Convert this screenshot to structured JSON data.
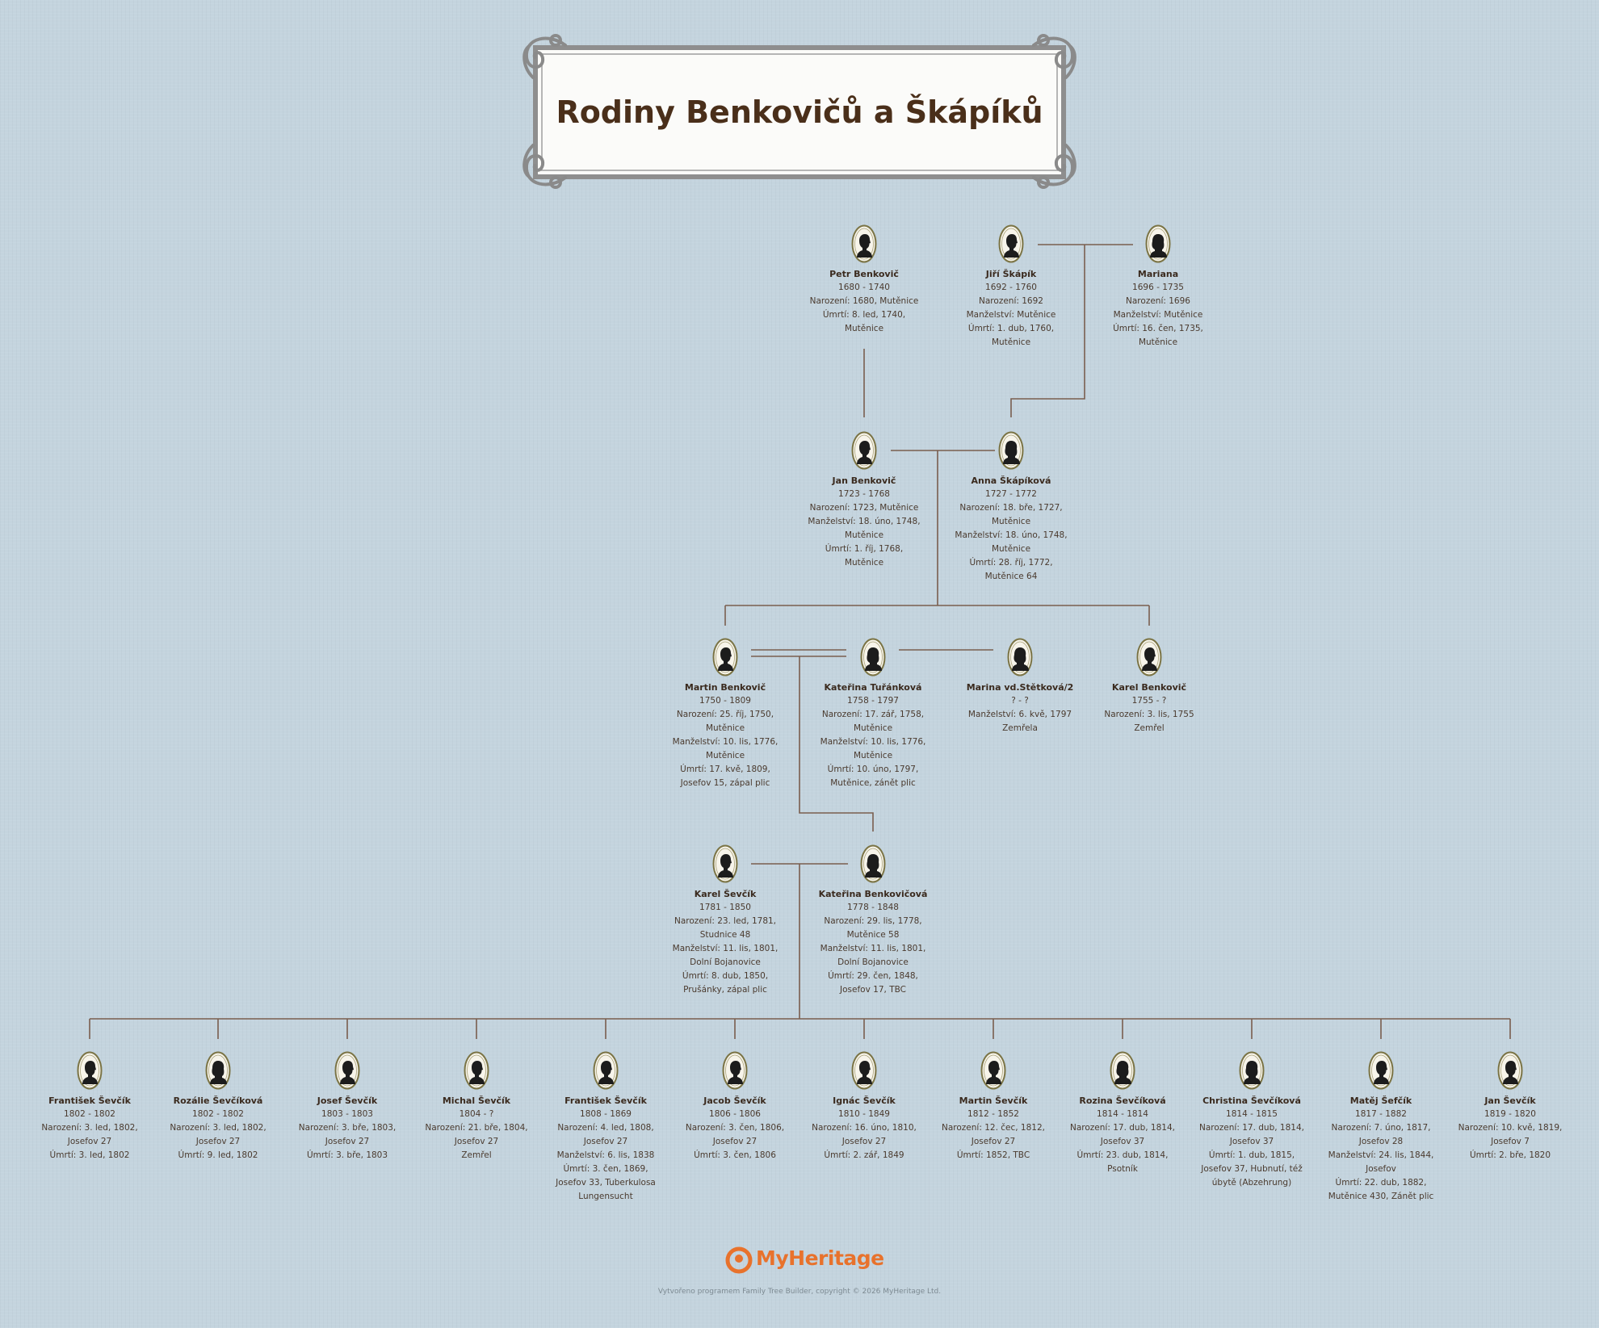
{
  "title": "Rodiny Benkovičů a Škápíků",
  "colors": {
    "line": "#7a5e4f",
    "frame": "#8e8e8e",
    "title": "#4a2f1a",
    "brand": "#e8722c",
    "background": "#c4d4de"
  },
  "people": [
    {
      "id": "p1",
      "gender": "m",
      "name": "Petr Benkovič",
      "lines": [
        "1680 - 1740",
        "Narození: 1680, Mutěnice",
        "Úmrtí: 8. led, 1740,",
        "Mutěnice"
      ]
    },
    {
      "id": "p2",
      "gender": "m",
      "name": "Jiří Škápík",
      "lines": [
        "1692 - 1760",
        "Narození: 1692",
        "Manželství: Mutěnice",
        "Úmrtí: 1. dub, 1760,",
        "Mutěnice"
      ]
    },
    {
      "id": "p3",
      "gender": "f",
      "name": "Mariana",
      "lines": [
        "1696 - 1735",
        "Narození: 1696",
        "Manželství: Mutěnice",
        "Úmrtí: 16. čen, 1735,",
        "Mutěnice"
      ]
    },
    {
      "id": "p4",
      "gender": "m",
      "name": "Jan Benkovič",
      "lines": [
        "1723 - 1768",
        "Narození: 1723, Mutěnice",
        "Manželství: 18. úno, 1748,",
        "Mutěnice",
        "Úmrtí: 1. říj, 1768,",
        "Mutěnice"
      ]
    },
    {
      "id": "p5",
      "gender": "f",
      "name": "Anna Škápíková",
      "lines": [
        "1727 - 1772",
        "Narození: 18. bře, 1727,",
        "Mutěnice",
        "Manželství: 18. úno, 1748,",
        "Mutěnice",
        "Úmrtí: 28. říj, 1772,",
        "Mutěnice 64"
      ]
    },
    {
      "id": "p6",
      "gender": "m",
      "name": "Martin Benkovič",
      "lines": [
        "1750 - 1809",
        "Narození: 25. říj, 1750,",
        "Mutěnice",
        "Manželství: 10. lis, 1776,",
        "Mutěnice",
        "Úmrtí: 17. kvě, 1809,",
        "Josefov 15, zápal plic"
      ]
    },
    {
      "id": "p7",
      "gender": "f",
      "name": "Kateřina Tuřánková",
      "lines": [
        "1758 - 1797",
        "Narození: 17. zář, 1758,",
        "Mutěnice",
        "Manželství: 10. lis, 1776,",
        "Mutěnice",
        "Úmrtí: 10. úno, 1797,",
        "Mutěnice, zánět plic"
      ]
    },
    {
      "id": "p8",
      "gender": "f",
      "name": "Marina vd.Stětková/2",
      "lines": [
        "? - ?",
        "Manželství: 6. kvě, 1797",
        "Zemřela"
      ]
    },
    {
      "id": "p9",
      "gender": "m",
      "name": "Karel Benkovič",
      "lines": [
        "1755 - ?",
        "Narození: 3. lis, 1755",
        "Zemřel"
      ]
    },
    {
      "id": "p10",
      "gender": "m",
      "name": "Karel Ševčík",
      "lines": [
        "1781 - 1850",
        "Narození: 23. led, 1781,",
        "Studnice 48",
        "Manželství: 11. lis, 1801,",
        "Dolní Bojanovice",
        "Úmrtí: 8. dub, 1850,",
        "Prušánky, zápal plic"
      ]
    },
    {
      "id": "p11",
      "gender": "f",
      "name": "Kateřina Benkovičová",
      "lines": [
        "1778 - 1848",
        "Narození: 29. lis, 1778,",
        "Mutěnice 58",
        "Manželství: 11. lis, 1801,",
        "Dolní Bojanovice",
        "Úmrtí: 29. čen, 1848,",
        "Josefov 17, TBC"
      ]
    },
    {
      "id": "c1",
      "gender": "m",
      "name": "František Ševčík",
      "lines": [
        "1802 - 1802",
        "Narození: 3. led, 1802,",
        "Josefov 27",
        "Úmrtí: 3. led, 1802"
      ]
    },
    {
      "id": "c2",
      "gender": "f",
      "name": "Rozálie Ševčíková",
      "lines": [
        "1802 - 1802",
        "Narození: 3. led, 1802,",
        "Josefov 27",
        "Úmrtí: 9. led, 1802"
      ]
    },
    {
      "id": "c3",
      "gender": "m",
      "name": "Josef Ševčík",
      "lines": [
        "1803 - 1803",
        "Narození: 3. bře, 1803,",
        "Josefov 27",
        "Úmrtí: 3. bře, 1803"
      ]
    },
    {
      "id": "c4",
      "gender": "m",
      "name": "Michal Ševčík",
      "lines": [
        "1804 - ?",
        "Narození: 21. bře, 1804,",
        "Josefov 27",
        "Zemřel"
      ]
    },
    {
      "id": "c5",
      "gender": "m",
      "name": "František Ševčík",
      "lines": [
        "1808 - 1869",
        "Narození: 4. led, 1808,",
        "Josefov 27",
        "Manželství: 6. lis, 1838",
        "Úmrtí: 3. čen, 1869,",
        "Josefov 33, Tuberkulosa",
        "Lungensucht"
      ]
    },
    {
      "id": "c6",
      "gender": "m",
      "name": "Jacob Ševčík",
      "lines": [
        "1806 - 1806",
        "Narození: 3. čen, 1806,",
        "Josefov 27",
        "Úmrtí: 3. čen, 1806"
      ]
    },
    {
      "id": "c7",
      "gender": "m",
      "name": "Ignác Ševčík",
      "lines": [
        "1810 - 1849",
        "Narození: 16. úno, 1810,",
        "Josefov 27",
        "Úmrtí: 2. zář, 1849"
      ]
    },
    {
      "id": "c8",
      "gender": "m",
      "name": "Martin Ševčík",
      "lines": [
        "1812 - 1852",
        "Narození: 12. čec, 1812,",
        "Josefov 27",
        "Úmrtí: 1852, TBC"
      ]
    },
    {
      "id": "c9",
      "gender": "f",
      "name": "Rozina Ševčíková",
      "lines": [
        "1814 - 1814",
        "Narození: 17. dub, 1814,",
        "Josefov 37",
        "Úmrtí: 23. dub, 1814,",
        "Psotník"
      ]
    },
    {
      "id": "c10",
      "gender": "f",
      "name": "Christina Ševčíková",
      "lines": [
        "1814 - 1815",
        "Narození: 17. dub, 1814,",
        "Josefov 37",
        "Úmrtí: 1. dub, 1815,",
        "Josefov 37, Hubnutí, též",
        "úbytě (Abzehrung)"
      ]
    },
    {
      "id": "c11",
      "gender": "m",
      "name": "Matěj Šefčík",
      "lines": [
        "1817 - 1882",
        "Narození: 7. úno, 1817,",
        "Josefov 28",
        "Manželství: 24. lis, 1844,",
        "Josefov",
        "Úmrtí: 22. dub, 1882,",
        "Mutěnice 430, Zánět plic"
      ]
    },
    {
      "id": "c12",
      "gender": "m",
      "name": "Jan Ševčík",
      "lines": [
        "1819 - 1820",
        "Narození: 10. kvě, 1819,",
        "Josefov 7",
        "Úmrtí: 2. bře, 1820"
      ]
    }
  ],
  "footer": {
    "brand": "MyHeritage",
    "credit": "Vytvořeno programem Family Tree Builder, copyright © 2026 MyHeritage Ltd."
  }
}
